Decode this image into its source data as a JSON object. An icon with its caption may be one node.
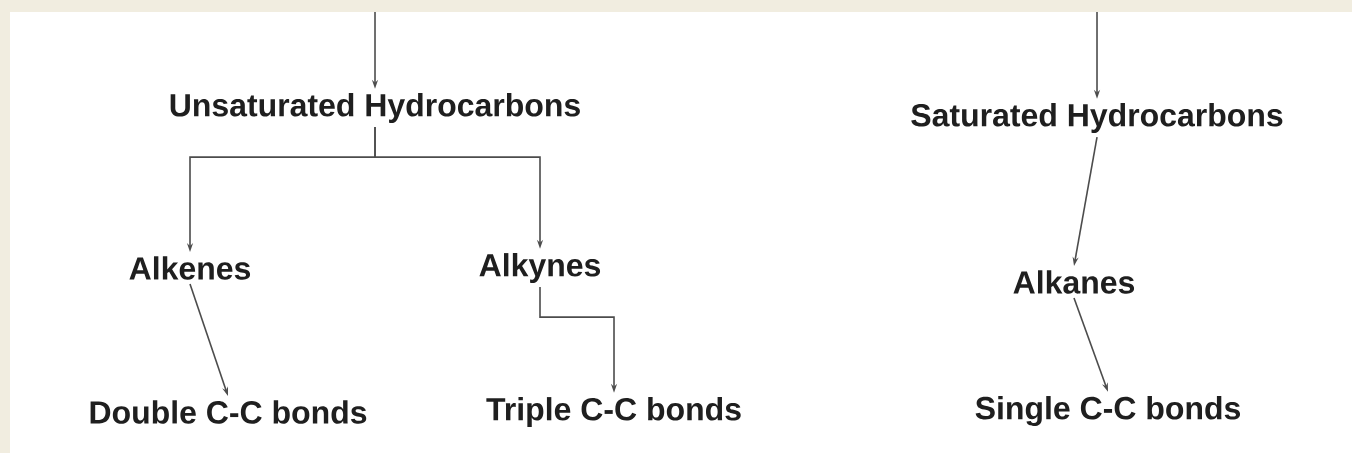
{
  "diagram": {
    "nodes": [
      {
        "text": [
          "Unsaturated Hydrocarbons"
        ]
      },
      {
        "text": [
          "Alkenes"
        ]
      },
      {
        "text": [
          "Alkynes"
        ]
      },
      {
        "text": [
          "Double C-C bonds"
        ]
      },
      {
        "text": [
          "Triple C-C bonds"
        ]
      },
      {
        "text": [
          "Saturated Hydrocarbons"
        ]
      },
      {
        "text": [
          "Alkanes"
        ]
      },
      {
        "text": [
          "Single C-C bonds"
        ]
      }
    ],
    "edges": [
      {
        "from": null,
        "to": 0,
        "arrow": "to"
      },
      {
        "from": 0,
        "to": 1,
        "arrow": "to"
      },
      {
        "from": 0,
        "to": 2,
        "arrow": "to"
      },
      {
        "from": 1,
        "to": 3,
        "arrow": "to"
      },
      {
        "from": 2,
        "to": 4,
        "arrow": "to"
      },
      {
        "from": null,
        "to": 5,
        "arrow": "to"
      },
      {
        "from": 5,
        "to": 6,
        "arrow": "to"
      },
      {
        "from": 6,
        "to": 7,
        "arrow": "to"
      }
    ]
  }
}
